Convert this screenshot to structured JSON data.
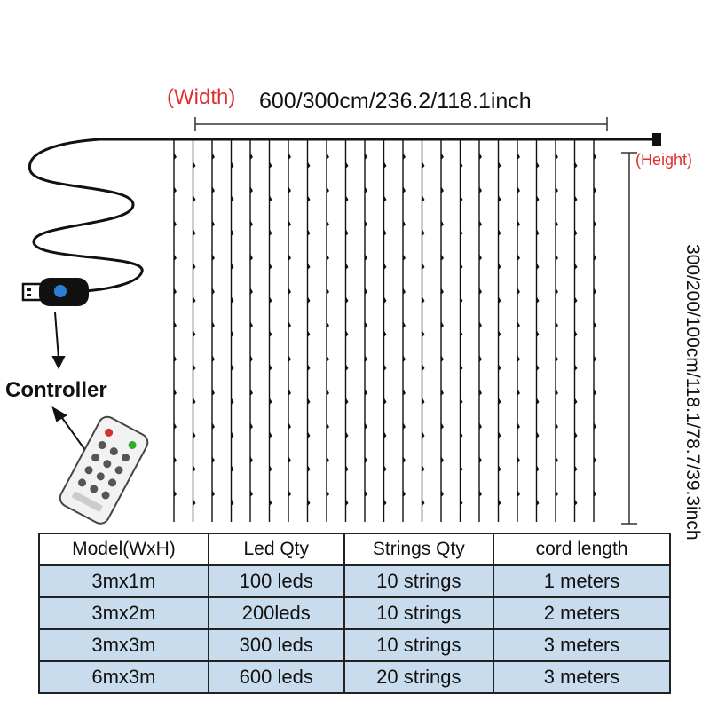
{
  "dimensions": {
    "width_label": "(Width)",
    "width_value": "600/300cm/236.2/118.1inch",
    "height_label": "(Height)",
    "height_value": "300/200/100cm/118.1/78.7/39.3inch"
  },
  "controller": {
    "label": "Controller"
  },
  "colors": {
    "dimension_label": "#e03030",
    "table_row_fill": "#c8dcee",
    "wire": "#111111"
  },
  "table": {
    "headers": [
      "Model(WxH)",
      "Led Qty",
      "Strings Qty",
      "cord length"
    ],
    "rows": [
      [
        "3mx1m",
        "100 leds",
        "10 strings",
        "1 meters"
      ],
      [
        "3mx2m",
        "200leds",
        "10 strings",
        "2 meters"
      ],
      [
        "3mx3m",
        "300 leds",
        "10 strings",
        "3 meters"
      ],
      [
        "6mx3m",
        "600 leds",
        "20 strings",
        "3 meters"
      ]
    ]
  },
  "icons": [
    "usb-plug-icon",
    "remote-control-icon",
    "arrow-down-icon",
    "arrow-up-icon"
  ]
}
